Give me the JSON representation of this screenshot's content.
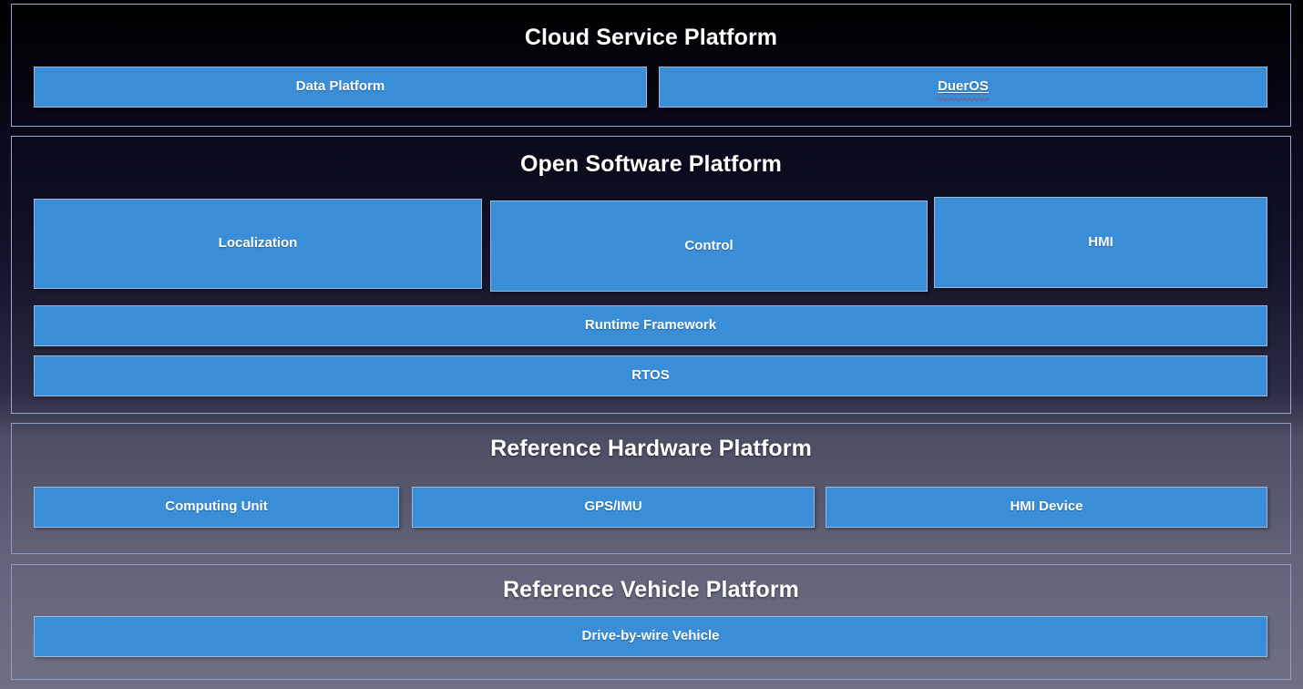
{
  "diagram": {
    "type": "layered-architecture",
    "accent_color": "#3a8ed8",
    "box_border_color": "#9fb8da",
    "panel_border_color": "#8fa8d4",
    "text_color": "#ffffff",
    "spellcheck_color": "#e01b1b",
    "layers": [
      {
        "id": "cloud-service-platform",
        "title": "Cloud Service Platform",
        "boxes": [
          {
            "id": "data-platform",
            "label": "Data Platform",
            "spellcheck": false
          },
          {
            "id": "dueros",
            "label": "DuerOS",
            "spellcheck": true
          }
        ]
      },
      {
        "id": "open-software-platform",
        "title": "Open Software Platform",
        "boxes": [
          {
            "id": "localization",
            "label": "Localization",
            "spellcheck": false
          },
          {
            "id": "control",
            "label": "Control",
            "spellcheck": false
          },
          {
            "id": "hmi",
            "label": "HMI",
            "spellcheck": false
          },
          {
            "id": "runtime-framework",
            "label": "Runtime Framework",
            "spellcheck": false
          },
          {
            "id": "rtos",
            "label": "RTOS",
            "spellcheck": false
          }
        ]
      },
      {
        "id": "reference-hardware-platform",
        "title": "Reference Hardware Platform",
        "boxes": [
          {
            "id": "computing-unit",
            "label": "Computing Unit",
            "spellcheck": false
          },
          {
            "id": "gps-imu",
            "label": "GPS/IMU",
            "spellcheck": false
          },
          {
            "id": "hmi-device",
            "label": "HMI Device",
            "spellcheck": false
          }
        ]
      },
      {
        "id": "reference-vehicle-platform",
        "title": "Reference Vehicle Platform",
        "boxes": [
          {
            "id": "drive-by-wire-vehicle",
            "label": "Drive-by-wire Vehicle",
            "spellcheck": false
          }
        ]
      }
    ]
  }
}
